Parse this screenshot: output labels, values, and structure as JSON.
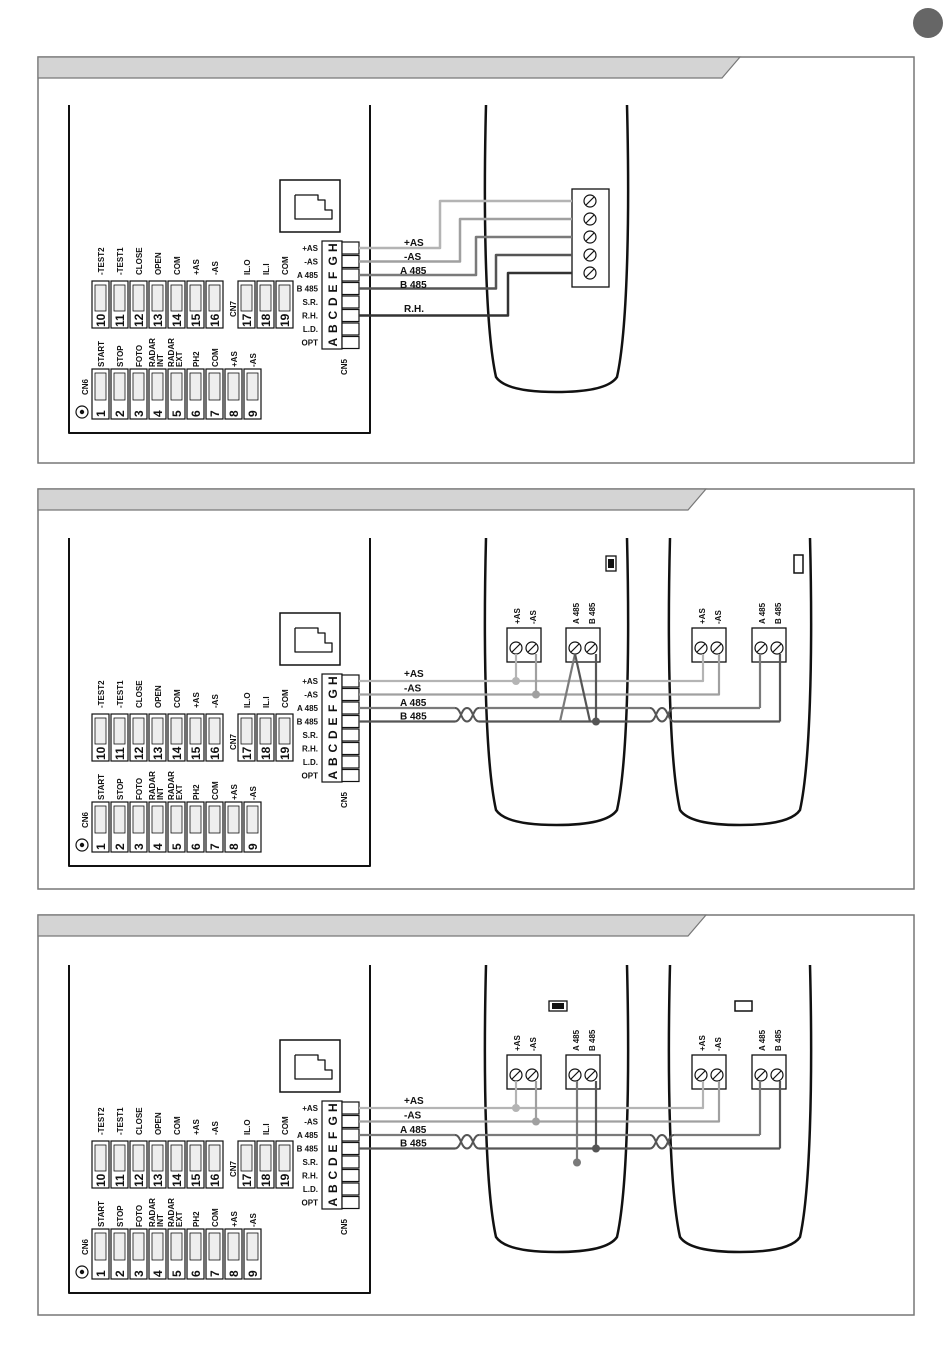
{
  "board": {
    "cn5_label": "CN5",
    "cn6_label": "CN6",
    "cn7_label": "CN7",
    "cn5_letters": [
      "H",
      "G",
      "F",
      "E",
      "D",
      "C",
      "B",
      "A"
    ],
    "cn5_pins": [
      "+AS",
      "-AS",
      "A 485",
      "B 485",
      "S.R.",
      "R.H.",
      "L.D.",
      "OPT"
    ],
    "top_numbers": [
      "10",
      "11",
      "12",
      "13",
      "14",
      "15",
      "16"
    ],
    "top_labels": [
      "-TEST2",
      "-TEST1",
      "CLOSE",
      "OPEN",
      "COM",
      "+AS",
      "-AS"
    ],
    "cn7_numbers": [
      "17",
      "18",
      "19"
    ],
    "cn7_labels": [
      "IL.O",
      "IL.I",
      "COM"
    ],
    "bottom_numbers": [
      "1",
      "2",
      "3",
      "4",
      "5",
      "6",
      "7",
      "8",
      "9"
    ],
    "bottom_labels": [
      "START",
      "STOP",
      "FOTO",
      "RADAR INT",
      "RADAR EXT",
      "PH2",
      "COM",
      "+AS",
      "-AS"
    ]
  },
  "panel1": {
    "wire_labels": [
      "+AS",
      "-AS",
      "A 485",
      "B 485",
      "R.H."
    ]
  },
  "panel2": {
    "wire_labels": [
      "+AS",
      "-AS",
      "A 485",
      "B 485"
    ],
    "device_terminals": [
      "+AS",
      "-AS",
      "A 485",
      "B 485"
    ]
  },
  "panel3": {
    "wire_labels": [
      "+AS",
      "-AS",
      "A 485",
      "B 485"
    ],
    "device_terminals": [
      "+AS",
      "-AS",
      "A 485",
      "B 485"
    ]
  },
  "colors": {
    "as_plus": "#b4b4b4",
    "as_minus": "#a0a0a0",
    "a485": "#7a7a7a",
    "b485": "#555555",
    "rh": "#333333",
    "header_band": "#d4d4d4",
    "page_marker": "#666666"
  }
}
